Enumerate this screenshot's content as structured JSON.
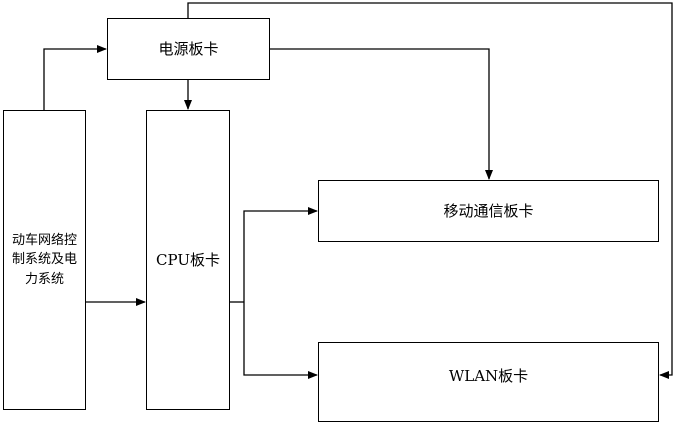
{
  "diagram": {
    "nodes": {
      "power_card": "电源板卡",
      "cpu_card": "CPU板卡",
      "train_system": "动车网络控制系统及电力系统",
      "mobile_card": "移动通信板卡",
      "wlan_card": "WLAN板卡"
    },
    "edges": [
      {
        "from": "train_system",
        "to": "power_card"
      },
      {
        "from": "power_card",
        "to": "cpu_card"
      },
      {
        "from": "power_card",
        "to": "mobile_card"
      },
      {
        "from": "power_card",
        "to": "wlan_card"
      },
      {
        "from": "train_system",
        "to": "cpu_card"
      },
      {
        "from": "cpu_card",
        "to": "mobile_card"
      },
      {
        "from": "cpu_card",
        "to": "wlan_card"
      }
    ]
  }
}
